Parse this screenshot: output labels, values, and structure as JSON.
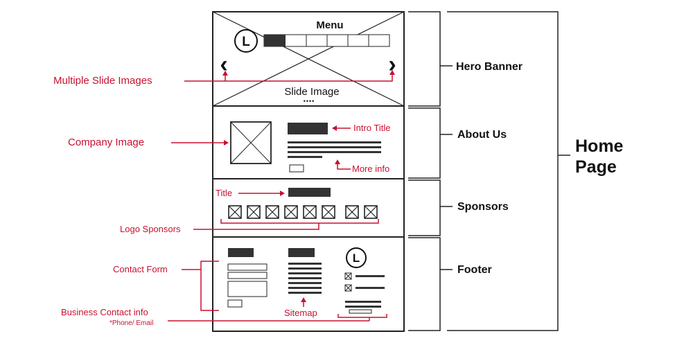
{
  "wireframe": {
    "hero": {
      "menu_label": "Menu",
      "logo_letter": "L",
      "prev_glyph": "‹",
      "next_glyph": "›",
      "slide_label": "Slide Image",
      "dots": "••••"
    },
    "footer": {
      "logo_letter": "L"
    }
  },
  "annotations": {
    "multiple_slide_images": "Multiple Slide Images",
    "company_image": "Company Image",
    "intro_title": "Intro Title",
    "more_info": "More info",
    "title": "Title",
    "logo_sponsors": "Logo Sponsors",
    "contact_form": "Contact Form",
    "business_contact_info": "Business Contact info",
    "phone_email": "*Phone/ Email",
    "sitemap": "Sitemap"
  },
  "sections": {
    "hero_banner": "Hero Banner",
    "about_us": "About Us",
    "sponsors": "Sponsors",
    "footer": "Footer"
  },
  "page_group": {
    "line1": "Home",
    "line2": "Page"
  },
  "colors": {
    "annotation": "#c8102e",
    "wireframe": "#222222"
  },
  "icons": [
    "logo-circle-icon",
    "chevron-left-icon",
    "chevron-right-icon",
    "placeholder-image-icon",
    "checkbox-icon"
  ]
}
